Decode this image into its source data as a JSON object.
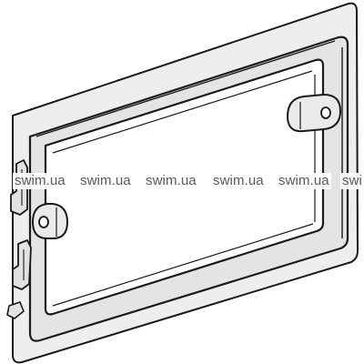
{
  "watermark": {
    "items": [
      "swim.ua",
      "swim.ua",
      "swim.ua",
      "swim.ua",
      "swim.ua",
      "swi"
    ],
    "color": "#5a5a5a"
  },
  "illustration": {
    "subject": "plastic mounting frame drawing (line art)",
    "colors": {
      "plate_fill": "#eeeeee",
      "frame_fill": "#e4e4e4",
      "stroke": "#1a1a1a",
      "background": "#ffffff"
    }
  }
}
